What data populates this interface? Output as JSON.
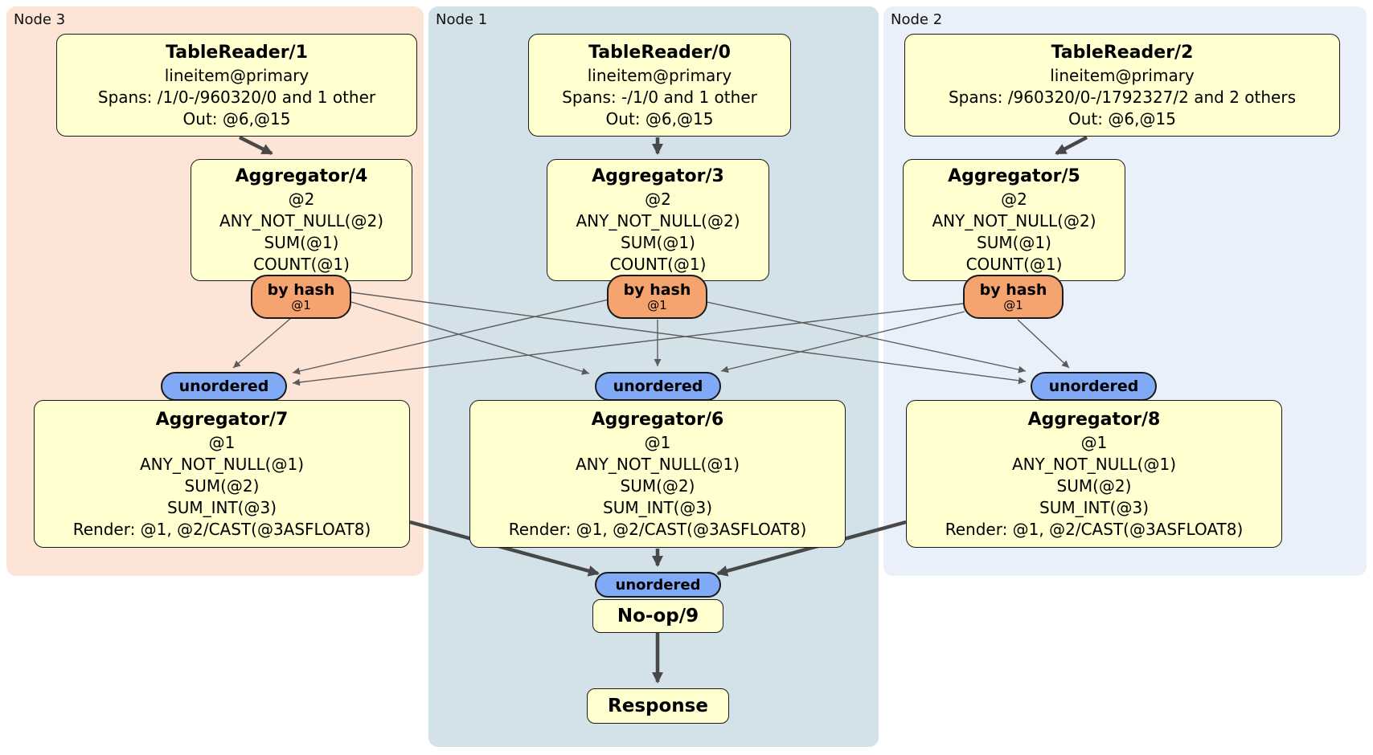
{
  "groups": [
    {
      "name": "node3",
      "label": "Node 3"
    },
    {
      "name": "node1",
      "label": "Node 1"
    },
    {
      "name": "node2",
      "label": "Node 2"
    }
  ],
  "processors": {
    "tablereader1": {
      "title": "TableReader/1",
      "lines": [
        "lineitem@primary",
        "Spans: /1/0-/960320/0 and 1 other",
        "Out: @6,@15"
      ]
    },
    "tablereader0": {
      "title": "TableReader/0",
      "lines": [
        "lineitem@primary",
        "Spans: -/1/0 and 1 other",
        "Out: @6,@15"
      ]
    },
    "tablereader2": {
      "title": "TableReader/2",
      "lines": [
        "lineitem@primary",
        "Spans: /960320/0-/1792327/2 and 2 others",
        "Out: @6,@15"
      ]
    },
    "aggregator4": {
      "title": "Aggregator/4",
      "lines": [
        "@2",
        "ANY_NOT_NULL(@2)",
        "SUM(@1)",
        "COUNT(@1)"
      ]
    },
    "aggregator3": {
      "title": "Aggregator/3",
      "lines": [
        "@2",
        "ANY_NOT_NULL(@2)",
        "SUM(@1)",
        "COUNT(@1)"
      ]
    },
    "aggregator5": {
      "title": "Aggregator/5",
      "lines": [
        "@2",
        "ANY_NOT_NULL(@2)",
        "SUM(@1)",
        "COUNT(@1)"
      ]
    },
    "aggregator7": {
      "title": "Aggregator/7",
      "lines": [
        "@1",
        "ANY_NOT_NULL(@1)",
        "SUM(@2)",
        "SUM_INT(@3)",
        "Render: @1, @2/CAST(@3ASFLOAT8)"
      ]
    },
    "aggregator6": {
      "title": "Aggregator/6",
      "lines": [
        "@1",
        "ANY_NOT_NULL(@1)",
        "SUM(@2)",
        "SUM_INT(@3)",
        "Render: @1, @2/CAST(@3ASFLOAT8)"
      ]
    },
    "aggregator8": {
      "title": "Aggregator/8",
      "lines": [
        "@1",
        "ANY_NOT_NULL(@1)",
        "SUM(@2)",
        "SUM_INT(@3)",
        "Render: @1, @2/CAST(@3ASFLOAT8)"
      ]
    },
    "noop9": {
      "title": "No-op/9"
    },
    "response": {
      "title": "Response"
    }
  },
  "routers": {
    "by_hash": {
      "label": "by hash",
      "key": "@1"
    },
    "unordered": {
      "label": "unordered"
    }
  },
  "colors": {
    "node3_bg": "#fce4d7",
    "node1_bg": "#d3e1e9",
    "node2_bg": "#eaf0fa",
    "box_bg": "#ffffcf",
    "hash_bg": "#f5a470",
    "stream_bg": "#80aaf5",
    "edge_thin": "#5c5c5c",
    "edge_thick": "#484848"
  }
}
